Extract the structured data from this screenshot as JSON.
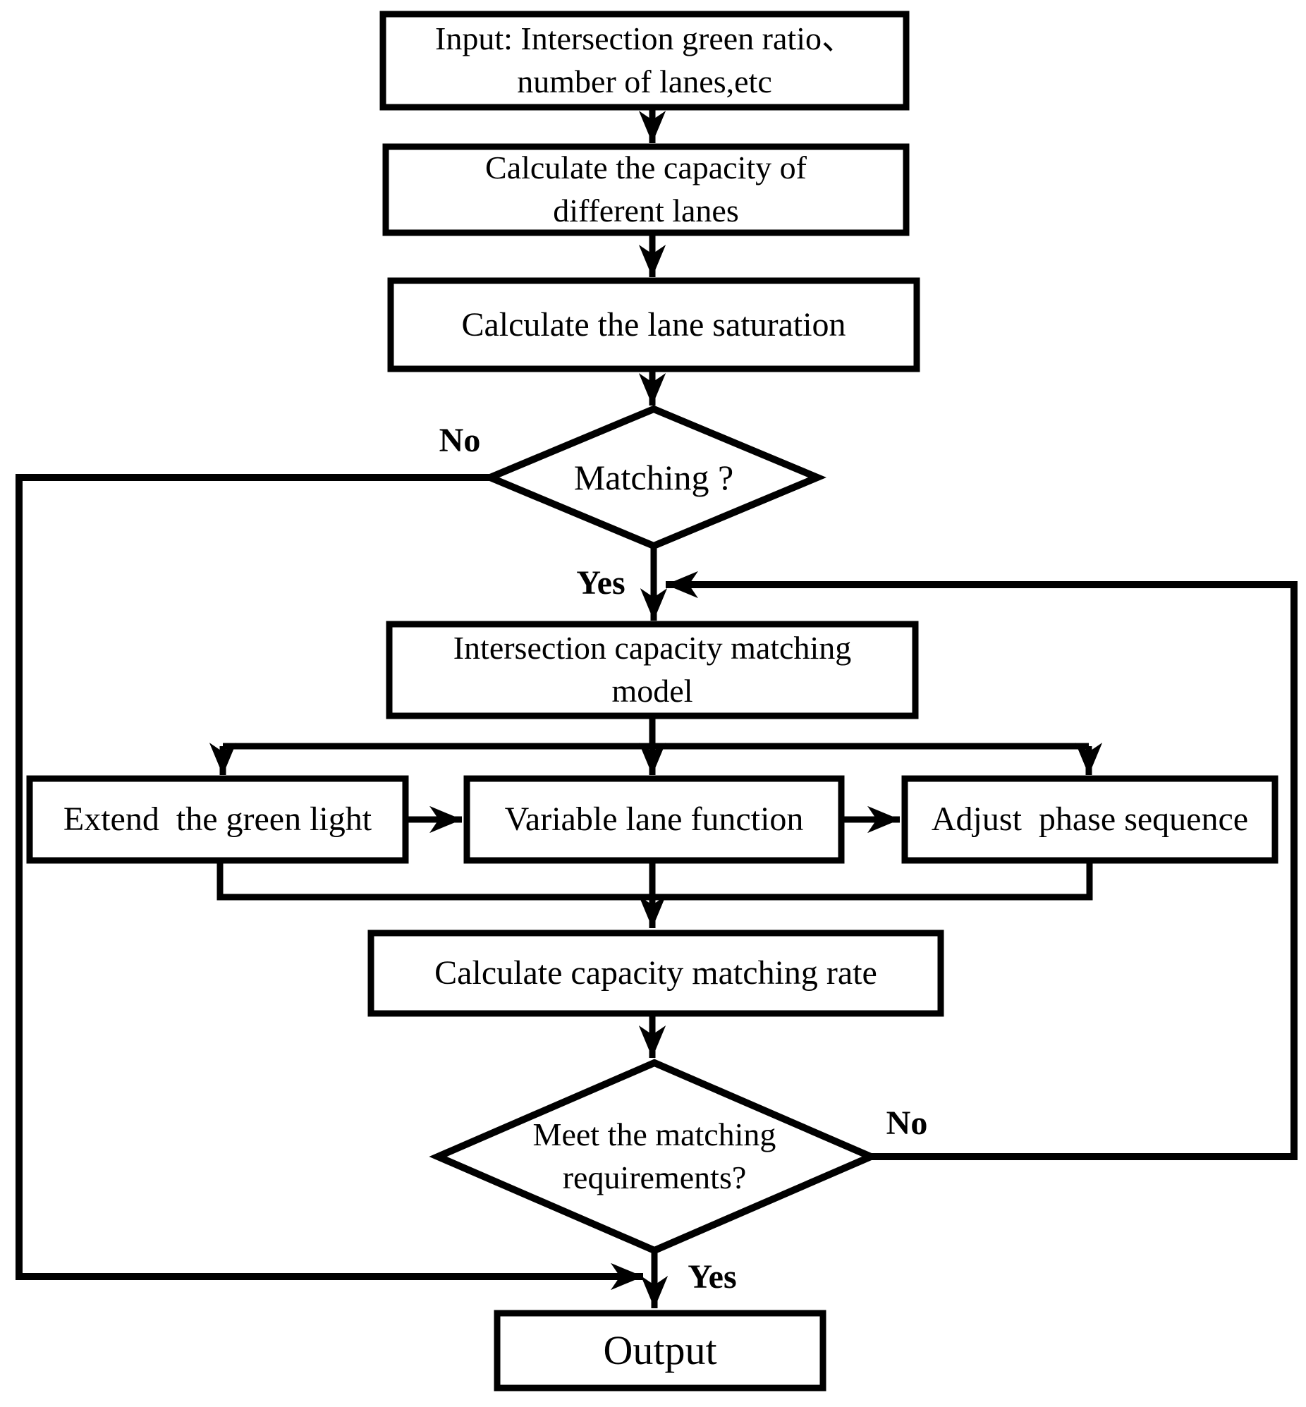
{
  "figure": {
    "type": "flowchart",
    "background_color": "#ffffff",
    "line_color": "#000000",
    "text_color": "#000000"
  },
  "nodes": {
    "input": {
      "text": "Input: Intersection green ratio、\nnumber of lanes,etc"
    },
    "capacity": {
      "text": "Calculate the capacity of\ndifferent lanes"
    },
    "saturation": {
      "text": "Calculate the lane saturation"
    },
    "matching": {
      "text": "Matching ?"
    },
    "model": {
      "text": "Intersection capacity matching\nmodel"
    },
    "extend": {
      "text": "Extend  the green light"
    },
    "variable": {
      "text": "Variable lane function"
    },
    "adjust": {
      "text": "Adjust  phase sequence"
    },
    "rate": {
      "text": "Calculate capacity matching rate"
    },
    "meet": {
      "text": "Meet the matching\nrequirements?"
    },
    "output": {
      "text": "Output"
    }
  },
  "labels": {
    "no1": "No",
    "yes1": "Yes",
    "no2": "No",
    "yes2": "Yes"
  }
}
